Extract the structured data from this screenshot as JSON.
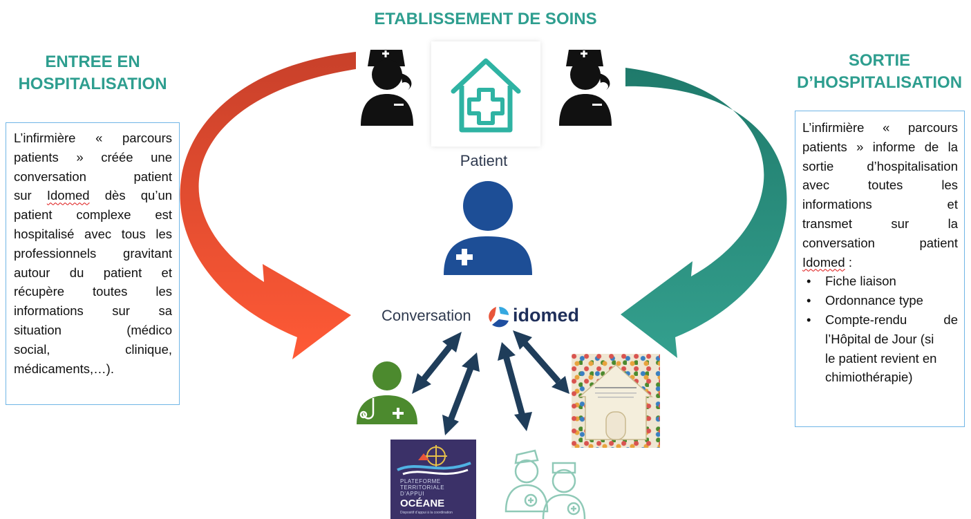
{
  "title": "ETABLISSEMENT DE SOINS",
  "left": {
    "heading_line1": "ENTREE EN",
    "heading_line2": "HOSPITALISATION",
    "lines": [
      "L’infirmière « parcours",
      "patients » créée une",
      "conversation patient",
      "sur",
      "Idomed",
      "dès qu’un",
      "patient complexe est",
      "hospitalisé avec tous les",
      "professionnels gravitant",
      "autour du patient et",
      "récupère toutes les",
      "informations sur sa",
      "situation (médico",
      "social, clinique,",
      "médicaments,…)."
    ]
  },
  "right": {
    "heading_line1": "SORTIE",
    "heading_line2": "D’HOSPITALISATION",
    "lines": [
      "L’infirmière « parcours",
      "patients » informe de la",
      "sortie d’hospitalisation",
      "avec toutes les",
      "informations et",
      "transmet sur la",
      "conversation patient",
      "Idomed",
      " :"
    ],
    "bullets": [
      "Fiche liaison",
      "Ordonnance type",
      "Compte-rendu de",
      "l’Hôpital de Jour (si",
      "le patient revient en",
      "chimiothérapie)"
    ]
  },
  "center": {
    "patient_label": "Patient",
    "conversation_label": "Conversation",
    "brand": "idomed"
  },
  "pta_logo": {
    "line1": "PLATEFORME",
    "line2": "TERRITORIALE",
    "line3": "D’APPUI",
    "line4": "OCÉANE",
    "tagline": "Dispositif d’appui à la coordination"
  },
  "colors": {
    "teal": "#2e9e8f",
    "orange_arrow": "#e8553a",
    "green_arrow": "#2a8a7c",
    "patient_blue": "#1d4e96",
    "doctor_green": "#4c8a2e",
    "pta_purple": "#3b3168",
    "dark_arrow": "#1f3d5a"
  }
}
